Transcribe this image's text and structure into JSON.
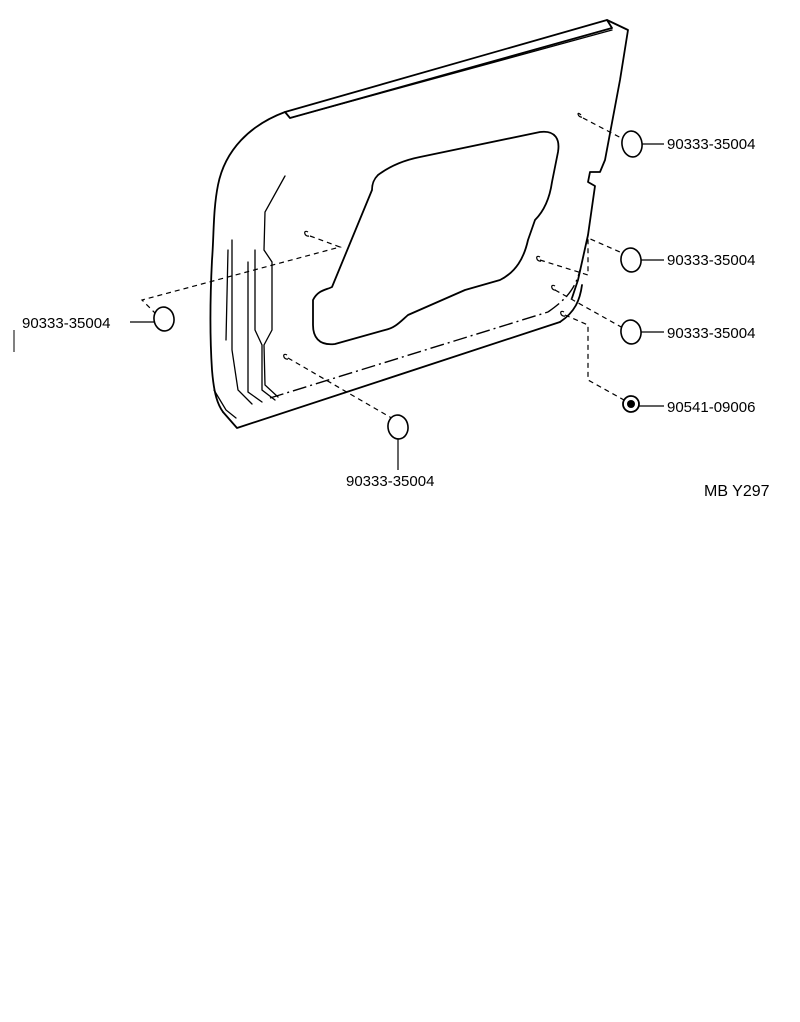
{
  "parts": [
    {
      "id": "plug-top-right",
      "number": "90333-35004"
    },
    {
      "id": "plug-mid-right",
      "number": "90333-35004"
    },
    {
      "id": "plug-low-right",
      "number": "90333-35004"
    },
    {
      "id": "clip-bottom-right",
      "number": "90541-09006"
    },
    {
      "id": "plug-left",
      "number": "90333-35004"
    },
    {
      "id": "plug-bottom",
      "number": "90333-35004"
    }
  ],
  "diagram_code": "MB Y297"
}
